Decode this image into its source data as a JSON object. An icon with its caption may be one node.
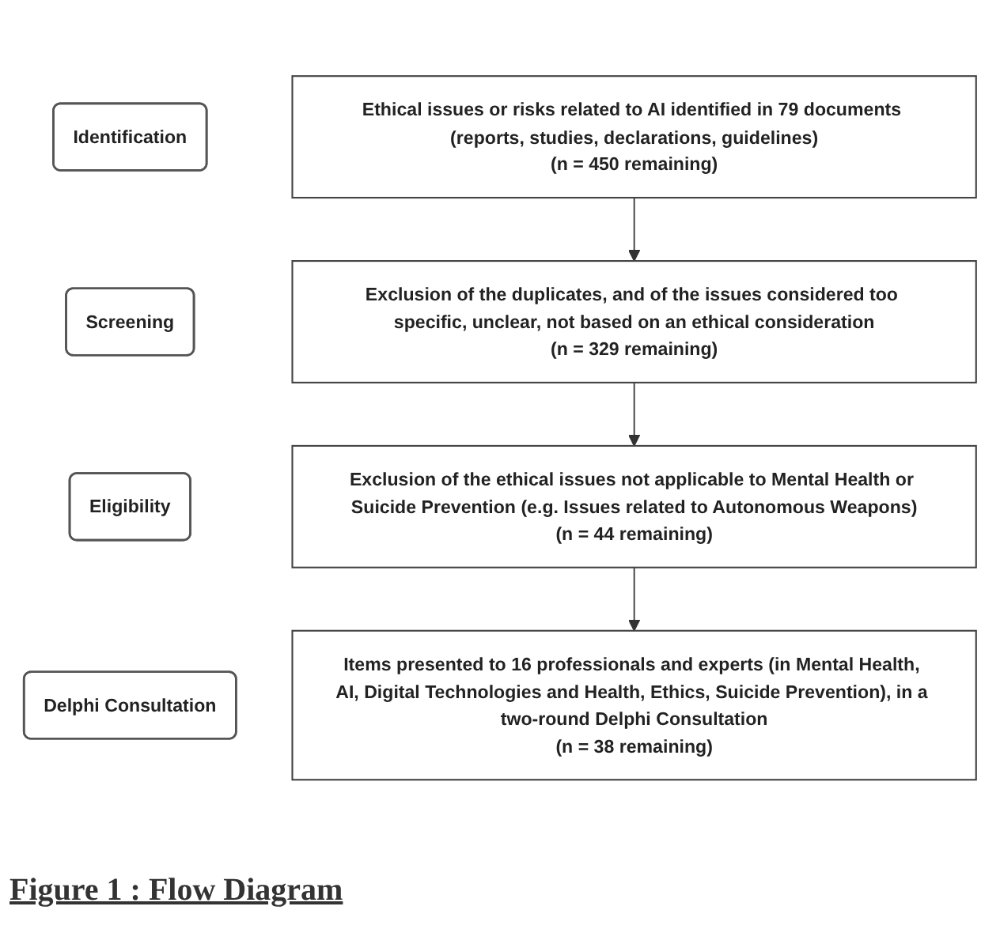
{
  "diagram": {
    "caption": "Figure 1 : Flow Diagram",
    "nodes": [
      {
        "text": [
          "Identification"
        ]
      },
      {
        "text": [
          "Ethical issues or risks related to AI identified in 79 documents (reports, studies, declarations, guidelines)",
          "(n = 450 remaining)"
        ]
      },
      {
        "text": [
          "Screening"
        ]
      },
      {
        "text": [
          "Exclusion of the duplicates, and of the issues considered too specific, unclear, not based on an ethical consideration",
          "(n = 329 remaining)"
        ]
      },
      {
        "text": [
          "Eligibility"
        ]
      },
      {
        "text": [
          "Exclusion of the ethical issues not applicable to Mental Health or Suicide Prevention (e.g. Issues related to Autonomous Weapons)",
          "(n = 44 remaining)"
        ]
      },
      {
        "text": [
          "Delphi Consultation"
        ]
      },
      {
        "text": [
          "Items presented to 16 professionals and experts (in Mental Health, AI, Digital Technologies and Health, Ethics, Suicide Prevention), in a two-round Delphi Consultation",
          "(n = 38 remaining)"
        ]
      }
    ],
    "edges": [
      {
        "from": 1,
        "to": 3,
        "arrow": "to"
      },
      {
        "from": 3,
        "to": 5,
        "arrow": "to"
      },
      {
        "from": 5,
        "to": 7,
        "arrow": "to"
      }
    ]
  }
}
